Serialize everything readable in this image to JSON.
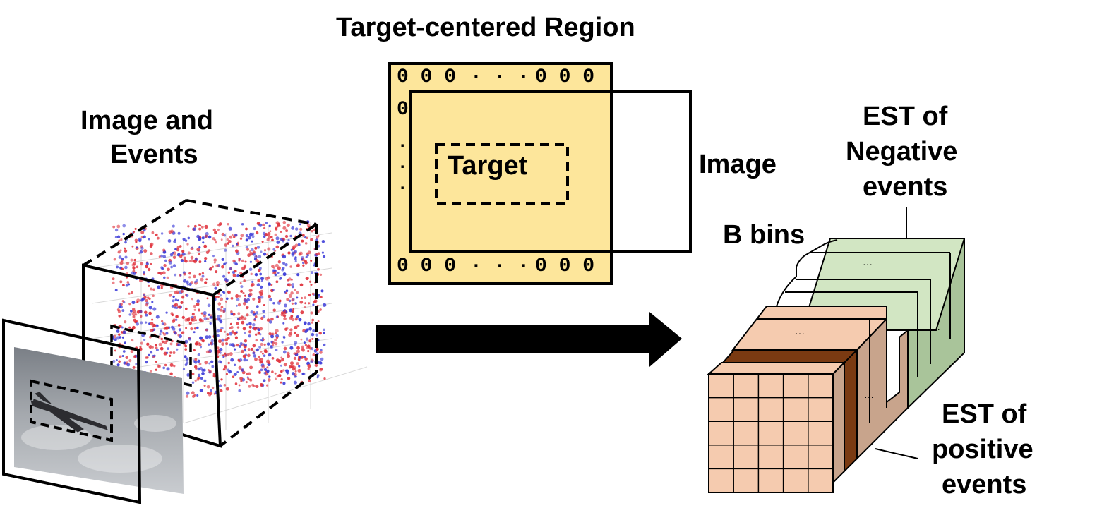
{
  "title": "Target-centered Region",
  "left_label_line1": "Image and",
  "left_label_line2": "Events",
  "target_label": "Target",
  "image_label": "Image",
  "zero_row_left": "0 0 0",
  "zero_row_dots": "· · ·",
  "zero_row_right": "0 0 0",
  "zero_col_top": "0",
  "zero_col_dots": "·",
  "bins_label": "B bins",
  "est_neg_line1": "EST of",
  "est_neg_line2": "Negative",
  "est_neg_line3": "events",
  "est_pos_line1": "EST of",
  "est_pos_line2": "positive",
  "est_pos_line3": "events",
  "ellipsis": "···",
  "colors": {
    "region_fill": "#fde69b",
    "negative_fill": "#d2e6c3",
    "negative_side": "#a9c49a",
    "positive_fill": "#f5cbaf",
    "positive_side": "#c8a48c",
    "brown": "#7a3a12",
    "event_red": "#e0303a",
    "event_blue": "#3a3ad8"
  }
}
